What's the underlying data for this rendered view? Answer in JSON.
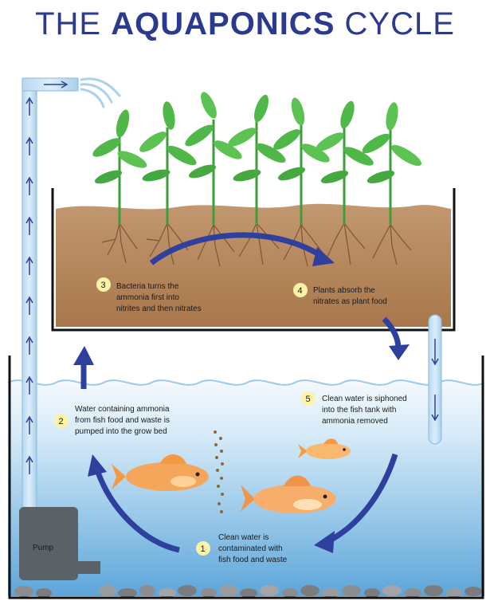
{
  "title": {
    "part1": "THE",
    "part2": "AQUAPONICS",
    "part3": "CYCLE"
  },
  "pump_label": "Pump",
  "steps": [
    {
      "number": "1",
      "lines": [
        "Clean water is",
        "contaminated with",
        "fish food and waste"
      ]
    },
    {
      "number": "2",
      "lines": [
        "Water containing ammonia",
        "from fish food and waste is",
        "pumped into the grow bed"
      ]
    },
    {
      "number": "3",
      "lines": [
        "Bacteria turns the",
        "ammonia first into",
        "nitrites and then nitrates"
      ]
    },
    {
      "number": "4",
      "lines": [
        "Plants absorb the",
        "nitrates as plant food"
      ]
    },
    {
      "number": "5",
      "lines": [
        "Clean water is siphoned",
        "into the fish tank with",
        "ammonia removed"
      ]
    }
  ],
  "colors": {
    "title": "#2b3a8f",
    "arrow": "#2e3f9e",
    "soil": "#b98c5f",
    "water_top": "#e3f1fa",
    "water_bottom": "#5fa9dc",
    "plant": "#4fb848",
    "fish": "#f4a65a",
    "badge": "#fbf3a8",
    "pump": "#5a6268"
  }
}
